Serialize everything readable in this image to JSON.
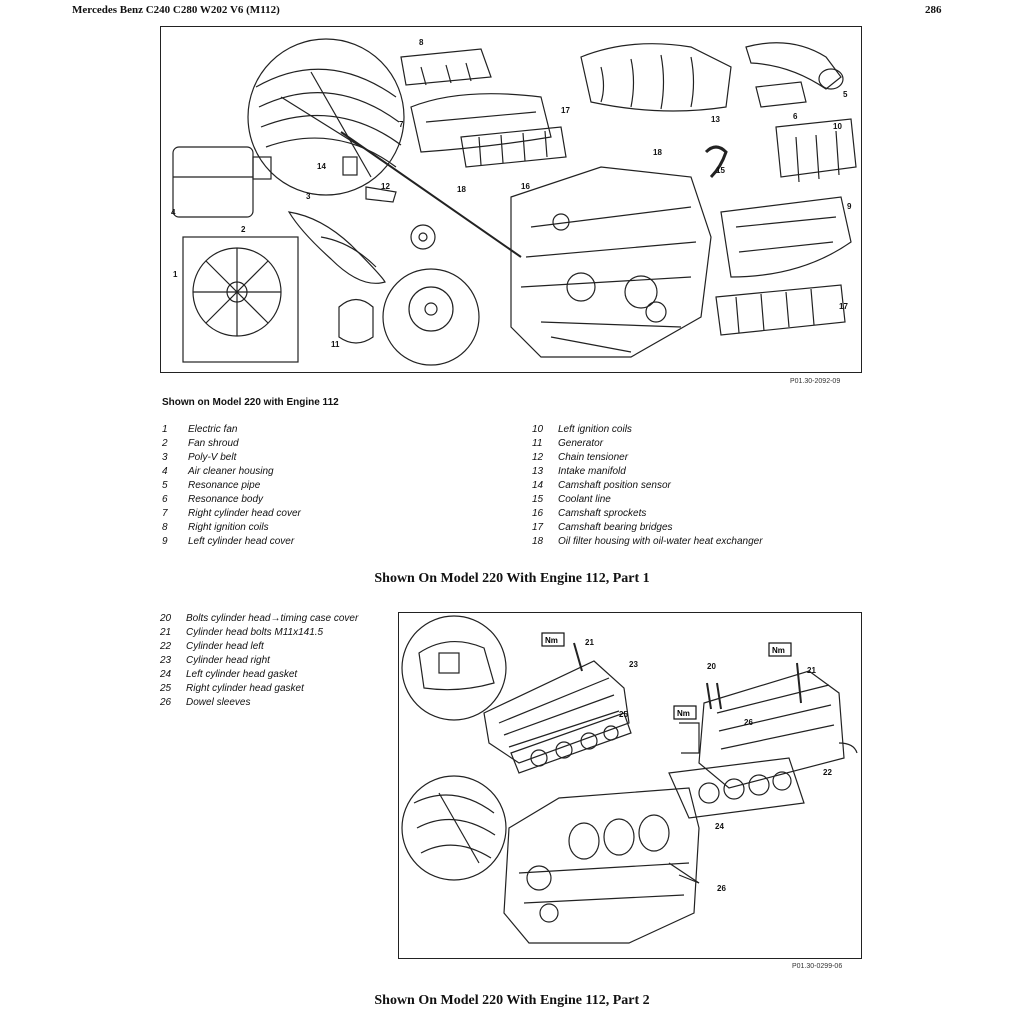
{
  "header": {
    "title": "Mercedes Benz C240 C280 W202 V6 (M112)",
    "page_number": "286"
  },
  "figure1": {
    "ref_code": "P01.30-2092-09",
    "shown_on": "Shown on Model 220 with Engine 112",
    "callouts": [
      "1",
      "2",
      "3",
      "4",
      "5",
      "6",
      "7",
      "8",
      "9",
      "10",
      "11",
      "12",
      "13",
      "14",
      "15",
      "16",
      "17",
      "17",
      "18",
      "18"
    ],
    "legend_left": [
      {
        "num": "1",
        "label": "Electric fan"
      },
      {
        "num": "2",
        "label": "Fan shroud"
      },
      {
        "num": "3",
        "label": "Poly-V belt"
      },
      {
        "num": "4",
        "label": "Air cleaner housing"
      },
      {
        "num": "5",
        "label": "Resonance pipe"
      },
      {
        "num": "6",
        "label": "Resonance body"
      },
      {
        "num": "7",
        "label": "Right cylinder head cover"
      },
      {
        "num": "8",
        "label": "Right ignition coils"
      },
      {
        "num": "9",
        "label": "Left cylinder head cover"
      }
    ],
    "legend_right": [
      {
        "num": "10",
        "label": "Left ignition coils"
      },
      {
        "num": "11",
        "label": "Generator"
      },
      {
        "num": "12",
        "label": "Chain tensioner"
      },
      {
        "num": "13",
        "label": "Intake manifold"
      },
      {
        "num": "14",
        "label": "Camshaft position sensor"
      },
      {
        "num": "15",
        "label": "Coolant line"
      },
      {
        "num": "16",
        "label": "Camshaft sprockets"
      },
      {
        "num": "17",
        "label": "Camshaft bearing bridges"
      },
      {
        "num": "18",
        "label": "Oil filter housing with oil-water heat exchanger"
      }
    ],
    "caption": "Shown  On Model 220 With Engine 112, Part 1"
  },
  "figure2": {
    "ref_code": "P01.30-0299-06",
    "torque_badge": "Nm",
    "callouts": [
      "20",
      "21",
      "21",
      "22",
      "23",
      "24",
      "25",
      "26",
      "26"
    ],
    "legend": [
      {
        "num": "20",
        "label": "Bolts cylinder head→timing case cover"
      },
      {
        "num": "21",
        "label": "Cylinder head bolts M11x141.5"
      },
      {
        "num": "22",
        "label": "Cylinder head left"
      },
      {
        "num": "23",
        "label": "Cylinder head right"
      },
      {
        "num": "24",
        "label": "Left cylinder head gasket"
      },
      {
        "num": "25",
        "label": "Right cylinder head gasket"
      },
      {
        "num": "26",
        "label": "Dowel sleeves"
      }
    ],
    "caption": "Shown  On Model 220 With Engine 112, Part 2"
  }
}
